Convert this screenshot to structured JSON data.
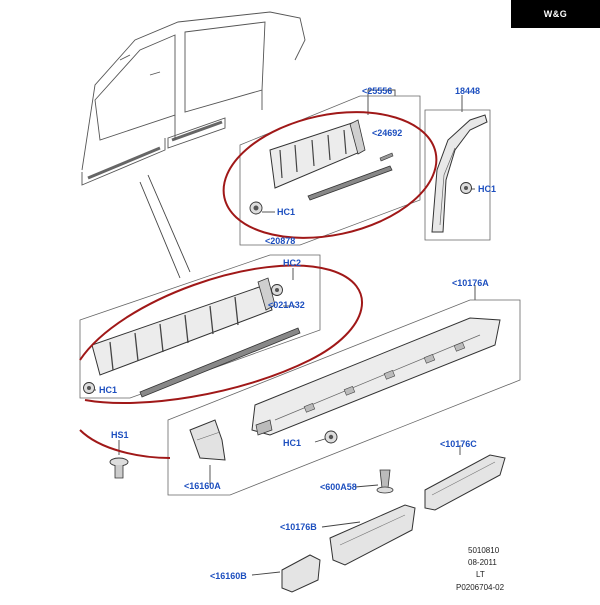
{
  "brand": {
    "text": "W&G"
  },
  "callouts": {
    "c25556": "<25556",
    "c18448": "18448",
    "c24692": "<24692",
    "hc1_a": "HC1",
    "hc1_b": "HC1",
    "c20878": "<20878",
    "hc2": "HC2",
    "c021a32": "<021A32",
    "c10176a": "<10176A",
    "hc1_c": "HC1",
    "hs1": "HS1",
    "hc1_d": "HC1",
    "c16160a": "<16160A",
    "c600a58": "<600A58",
    "c10176c": "<10176C",
    "c10176b": "<10176B",
    "c16160b": "<16160B"
  },
  "meta": {
    "line1": "5010810",
    "line2": "08-2011",
    "line3": "LT",
    "line4": "P0206704-02"
  },
  "colors": {
    "callout": "#1d4fbf",
    "highlight_ellipse": "#a01818",
    "line": "#333333",
    "part_fill": "#e8e8e8",
    "part_dark": "#555555"
  }
}
